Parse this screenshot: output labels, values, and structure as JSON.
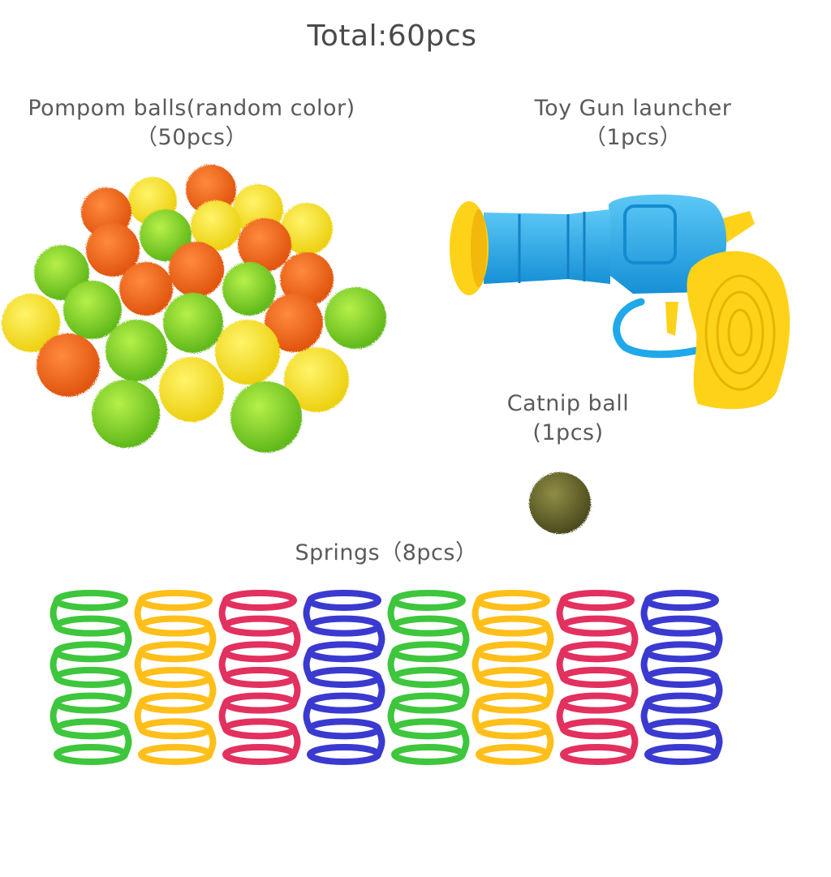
{
  "title": "Total:60pcs",
  "items": {
    "pompom": {
      "name": "Pompom balls(random color)",
      "qty": "（50pcs）"
    },
    "gun": {
      "name": "Toy Gun launcher",
      "qty": "（1pcs）"
    },
    "catnip": {
      "name": "Catnip ball",
      "qty": "(1pcs)"
    },
    "springs": {
      "name": "Springs（8pcs）"
    }
  },
  "colors": {
    "pompom_green": "#7ed321",
    "pompom_orange": "#f26a1b",
    "pompom_yellow": "#f5e020",
    "gun_blue": "#1fa8ea",
    "gun_yellow": "#ffd21a",
    "catnip": "#6b6a2e",
    "spring_green": "#3ec63c",
    "spring_yellow": "#ffbf1a",
    "spring_pink": "#e2305f",
    "spring_blue": "#3a3ad0"
  },
  "spring_colors": [
    "green",
    "yellow",
    "pink",
    "blue",
    "green",
    "yellow",
    "pink",
    "blue"
  ]
}
